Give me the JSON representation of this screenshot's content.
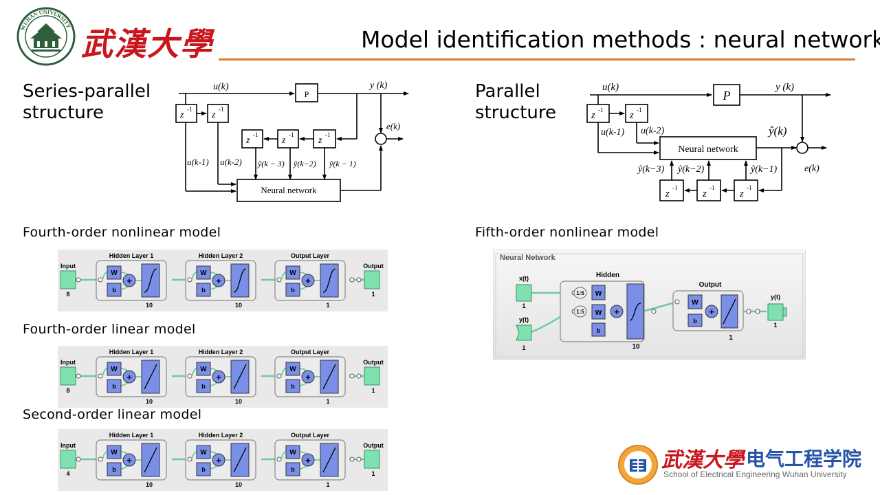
{
  "header": {
    "title": "Model identification methods : neural network",
    "university_logo_text": "WUHAN UNIVERSITY",
    "university_calligraphy": "武漢大學"
  },
  "series_parallel": {
    "heading_line1": "Series-parallel",
    "heading_line2": "structure",
    "labels": {
      "u": "u(k)",
      "y": "y (k)",
      "plant": "P",
      "delay": "z",
      "delay_exp": "-1",
      "error": "e(k)",
      "u1": "u(k-1)",
      "u2": "u(k-2)",
      "y3": "ŷ(k − 3)",
      "y2": "ŷ(k−2)",
      "y1": "ŷ(k − 1)",
      "nn": "Neural network"
    }
  },
  "parallel": {
    "heading_line1": "Parallel",
    "heading_line2": "structure",
    "labels": {
      "u": "u(k)",
      "y": "y (k)",
      "yhat": "ŷ(k)",
      "plant": "P",
      "delay": "z",
      "delay_exp": "-1",
      "error": "e(k)",
      "u1": "u(k-1)",
      "u2": "u(k-2)",
      "y3": "ŷ(k−3)",
      "y2": "ŷ(k−2)",
      "y1": "ŷ(k−1)",
      "nn": "Neural network"
    }
  },
  "models": [
    {
      "title": "Fourth-order nonlinear model",
      "input_label": "Input",
      "input_size": "8",
      "layers": [
        {
          "name": "Hidden Layer 1",
          "size": "10",
          "act": "sigmoid"
        },
        {
          "name": "Hidden Layer 2",
          "size": "10",
          "act": "sigmoid"
        },
        {
          "name": "Output Layer",
          "size": "1",
          "act": "sigmoid"
        }
      ],
      "output_label": "Output",
      "output_size": "1"
    },
    {
      "title": "Fourth-order linear model",
      "input_label": "Input",
      "input_size": "8",
      "layers": [
        {
          "name": "Hidden Layer 1",
          "size": "10",
          "act": "linear"
        },
        {
          "name": "Hidden Layer 2",
          "size": "10",
          "act": "linear"
        },
        {
          "name": "Output Layer",
          "size": "1",
          "act": "linear"
        }
      ],
      "output_label": "Output",
      "output_size": "1"
    },
    {
      "title": "Second-order linear model",
      "input_label": "Input",
      "input_size": "4",
      "layers": [
        {
          "name": "Hidden Layer 1",
          "size": "10",
          "act": "linear"
        },
        {
          "name": "Hidden Layer 2",
          "size": "10",
          "act": "linear"
        },
        {
          "name": "Output Layer",
          "size": "1",
          "act": "linear"
        }
      ],
      "output_label": "Output",
      "output_size": "1"
    }
  ],
  "fifth_order": {
    "title": "Fifth-order nonlinear model",
    "panel_title": "Neural Network",
    "x_label": "x(t)",
    "x_size": "1",
    "y_in_label": "y(t)",
    "y_in_size": "1",
    "delay_label": "1:5",
    "hidden_label": "Hidden",
    "hidden_size": "10",
    "output_layer_label": "Output",
    "output_layer_size": "1",
    "y_out_label": "y(t)",
    "y_out_size": "1"
  },
  "block_labels": {
    "weight": "W",
    "bias": "b",
    "plus": "+"
  },
  "footer": {
    "calligraphy": "武漢大學",
    "school_cn": "电气工程学院",
    "school_en": "School of Electrical Engineering Wuhan University"
  },
  "colors": {
    "accent": "#E07A2A",
    "calligraphy_red": "#C8161D",
    "logo_green": "#2E5E3A",
    "io_green": "#7FE0B0",
    "block_blue": "#7A8FE8",
    "panel_gray": "#E9E9E9",
    "footer_blue": "#2553A7"
  }
}
